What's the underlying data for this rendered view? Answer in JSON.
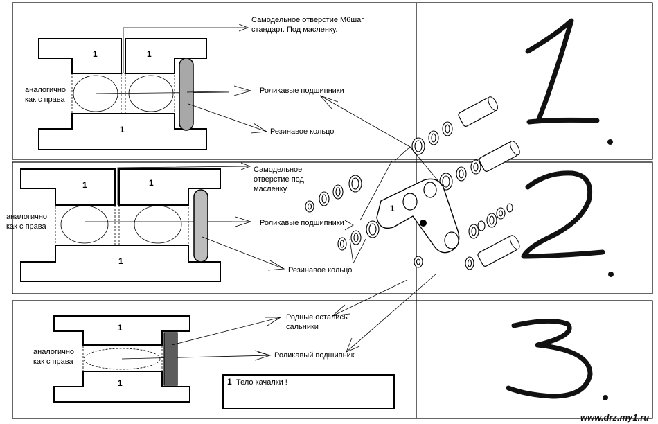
{
  "panels": [
    {
      "number_glyph": "1.",
      "labels": {
        "hole": [
          "Самодельное отверстие М6шаг",
          "стандарт. Под масленку."
        ],
        "bearings": "Роликавые подшипники",
        "ring": "Резинавое кольцо",
        "side": [
          "аналогично",
          "как с права"
        ]
      },
      "part_numbers": [
        "1",
        "1",
        "1"
      ]
    },
    {
      "number_glyph": "2.",
      "labels": {
        "hole": [
          "Самодельное",
          "отверстие под",
          "масленку"
        ],
        "bearings": "Роликавые подшипники",
        "ring": "Резинавое кольцо",
        "side": [
          "аналогично",
          "как с права"
        ]
      },
      "part_numbers": [
        "1",
        "1",
        "1"
      ]
    },
    {
      "number_glyph": "3.",
      "labels": {
        "seals": [
          "Родные остались",
          "сальники"
        ],
        "bearing": "Роликавый подшипник",
        "side": [
          "аналогично",
          "как с права"
        ]
      },
      "part_numbers": [
        "1",
        "1"
      ]
    }
  ],
  "legend": {
    "number": "1",
    "text": "Тело качалки !"
  },
  "exploded_view_number": "1",
  "watermark": "www.drz.my1.ru"
}
